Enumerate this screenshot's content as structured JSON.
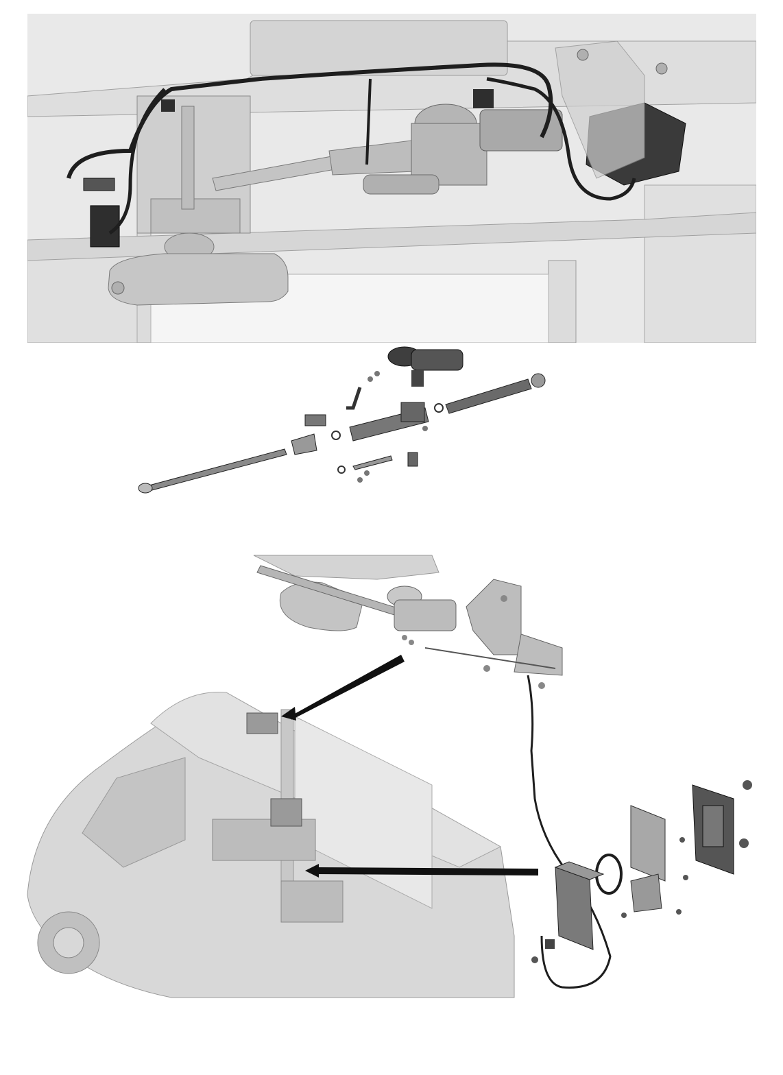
{
  "figure": {
    "panels": [
      {
        "id": "installed-view",
        "description_kind": "door drive mechanism mounted on door frame with wiring harness and control unit"
      },
      {
        "id": "exploded-view",
        "description_kind": "exploded parts of the drive: motor, gearbox, spindle, rod, fasteners"
      },
      {
        "id": "vehicle-location-view",
        "description_kind": "minibus cutaway with callout arrows to drive assembly and control unit bracket"
      }
    ],
    "colors": {
      "frame_fill": "#e6e6e6",
      "frame_stroke": "#9a9a9a",
      "part_fill": "#cfcfcf",
      "part_dark": "#3a3a3a",
      "cable": "#1e1e1e",
      "vehicle_fill": "#d8d8d8",
      "arrow": "#111111"
    }
  }
}
